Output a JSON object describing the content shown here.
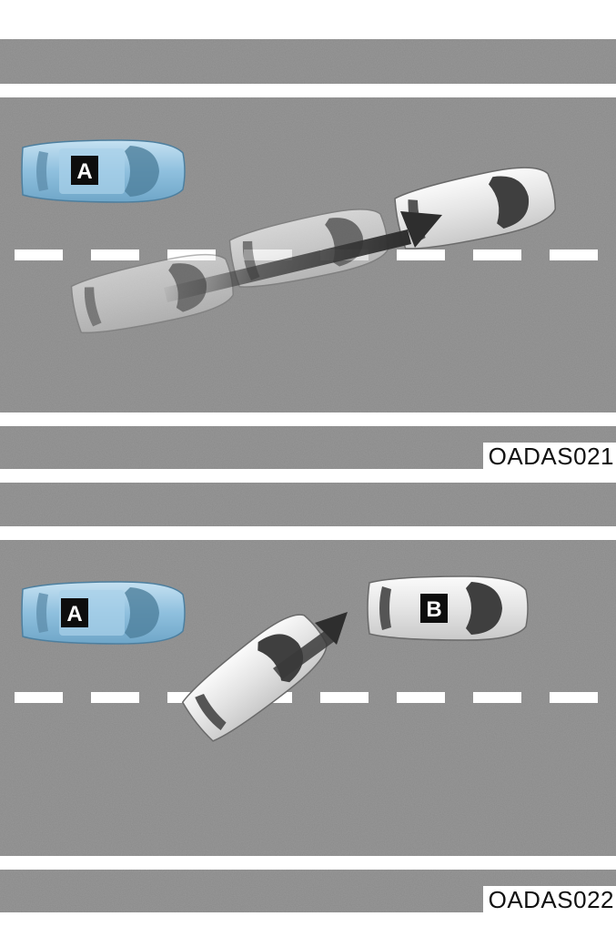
{
  "panels": [
    {
      "code": "OADAS021",
      "car_a_label": "A"
    },
    {
      "code": "OADAS022",
      "car_a_label": "A",
      "car_b_label": "B"
    }
  ],
  "colors": {
    "road": "#8a8a8a",
    "lane_marking": "#ffffff",
    "car_a_body": "#9cc8e2",
    "other_car_body": "#e6e6e6",
    "arrow": "#3a3a3a"
  }
}
